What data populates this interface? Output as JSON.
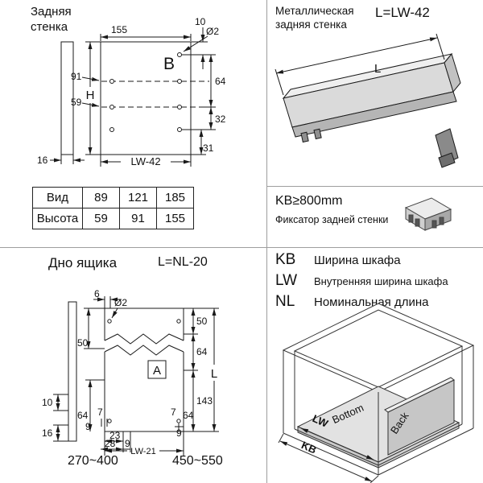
{
  "colors": {
    "background": "#ffffff",
    "line": "#1a1a1a",
    "divider": "#9e9e9e"
  },
  "q1": {
    "title1": "Задняя",
    "title2": "стенка",
    "d155": "155",
    "d10": "10",
    "dia2": "Ø2",
    "b": "B",
    "d91": "91",
    "d59": "59",
    "h": "H",
    "d64": "64",
    "d32": "32",
    "d31": "31",
    "d16": "16",
    "lw42": "LW-42",
    "table": {
      "r1_label": "Вид",
      "r1_v1": "89",
      "r1_v2": "121",
      "r1_v3": "185",
      "r2_label": "Высота",
      "r2_v1": "59",
      "r2_v2": "91",
      "r2_v3": "155"
    }
  },
  "q2": {
    "title1": "Металлическая",
    "title2": "задняя стенка",
    "formula": "L=LW-42",
    "dim_l": "L",
    "kb_note": "KB≥800mm",
    "fixator": "Фиксатор задней стенки"
  },
  "q3": {
    "title": "Дно ящика",
    "formula": "L=NL-20",
    "d6": "6",
    "dia2": "Ø2",
    "d50l": "50",
    "d10": "10",
    "d16": "16",
    "a": "A",
    "d50r": "50",
    "d64r": "64",
    "d143": "143",
    "l": "L",
    "d64bl": "64",
    "d7l": "7",
    "d9l": "9",
    "d23": "23",
    "d28": "28",
    "d9b": "9",
    "d7r": "7",
    "d64br": "64",
    "d9r": "9",
    "lw21": "LW-21",
    "range1": "270~400",
    "range2": "450~550"
  },
  "q4": {
    "legend": [
      {
        "abbr": "KB",
        "label": "Ширина шкафа"
      },
      {
        "abbr": "LW",
        "label": "Внутренняя ширина шкафа"
      },
      {
        "abbr": "NL",
        "label": "Номинальная длина"
      }
    ],
    "back": "Back",
    "bottom": "Bottom",
    "lw": "LW",
    "kb": "KB"
  }
}
